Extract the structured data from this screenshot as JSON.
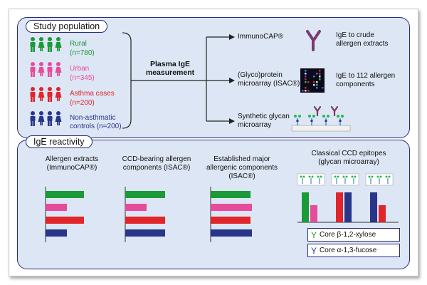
{
  "colors": {
    "rural": "#1b9a38",
    "urban": "#e84b9c",
    "asthma": "#e0252b",
    "controls": "#28368a",
    "panel_bg": "#dde6f4",
    "border": "#2a2a7a"
  },
  "study_population": {
    "title": "Study population",
    "groups": [
      {
        "label": "Rural",
        "count": "(n=780)",
        "icon": "people-icon",
        "color": "#1b9a38"
      },
      {
        "label": "Urban",
        "count": "(n=345)",
        "icon": "people-icon",
        "color": "#e84b9c"
      },
      {
        "label": "Asthma cases",
        "count": "(n=200)",
        "icon": "people-icon",
        "color": "#e0252b"
      },
      {
        "label": "Non-asthmatic",
        "count": "controls (n=200)",
        "icon": "people-icon",
        "color": "#28368a"
      }
    ],
    "measurement": {
      "line1": "Plasma IgE",
      "line2": "measurement"
    },
    "methods": [
      {
        "name": "ImmunoCAP®",
        "icon": "antibody-icon",
        "desc_line1": "IgE to crude",
        "desc_line2": "allergen extracts"
      },
      {
        "name_line1": "(Glyco)protein",
        "name_line2": "microarray (ISAC®)",
        "icon": "microarray-chip-icon",
        "desc_line1": "IgE to 112 allergen",
        "desc_line2": "components"
      },
      {
        "name_line1": "Synthetic glycan",
        "name_line2": "microarray",
        "icon": "glycan-array-icon"
      }
    ]
  },
  "ige_reactivity": {
    "title": "IgE reactivity",
    "panels": [
      {
        "line1": "Allergen extracts",
        "line2": "(ImmunoCAP®)",
        "line3": ""
      },
      {
        "line1": "CCD-bearing allergen",
        "line2": "components (ISAC®)",
        "line3": ""
      },
      {
        "line1": "Established major",
        "line2": "allergenic components",
        "line3": "(ISAC®)"
      },
      {
        "line1": "Classical CCD epitopes",
        "line2": "(glycan microarray)",
        "line3": ""
      }
    ],
    "legend": [
      {
        "icon": "xylose-glycan-icon",
        "label": "Core β-1,2-xylose"
      },
      {
        "icon": "fucose-glycan-icon",
        "label": "Core α-1,3-fucose"
      }
    ]
  }
}
